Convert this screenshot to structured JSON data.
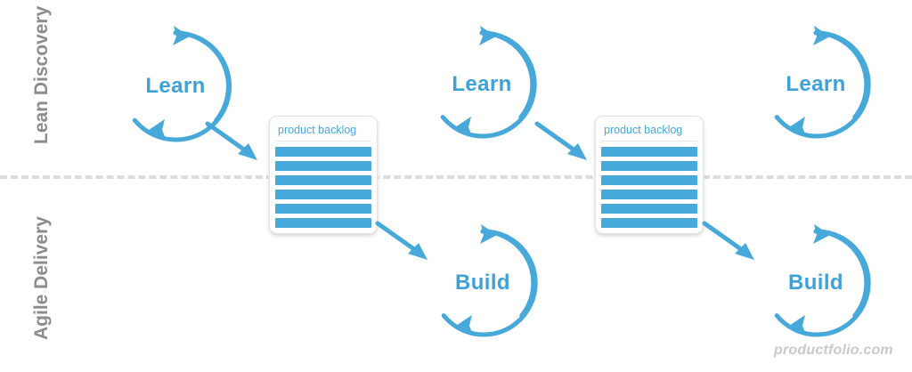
{
  "diagram": {
    "title": "Lean Discovery and Agile Delivery cycle diagram",
    "accent_color": "#47A8DA",
    "label_color": "#8c8c8c",
    "divider_color": "#dcdcdc",
    "background_color": "#ffffff"
  },
  "bands": [
    {
      "id": "lean-discovery",
      "line1": "Lean",
      "line2": "Discovery"
    },
    {
      "id": "agile-delivery",
      "line1": "Agile",
      "line2": "Delivery"
    }
  ],
  "cycles": [
    {
      "id": "learn-1",
      "label": "Learn",
      "band": "lean-discovery"
    },
    {
      "id": "learn-2",
      "label": "Learn",
      "band": "lean-discovery"
    },
    {
      "id": "learn-3",
      "label": "Learn",
      "band": "lean-discovery"
    },
    {
      "id": "build-1",
      "label": "Build",
      "band": "agile-delivery"
    },
    {
      "id": "build-2",
      "label": "Build",
      "band": "agile-delivery"
    }
  ],
  "backlogs": [
    {
      "id": "backlog-1",
      "title": "product backlog",
      "rows": [
        "",
        "",
        "",
        "",
        "",
        ""
      ],
      "row_count": 6
    },
    {
      "id": "backlog-2",
      "title": "product backlog",
      "rows": [
        "",
        "",
        "",
        "",
        "",
        ""
      ],
      "row_count": 6
    }
  ],
  "arrows": [
    {
      "id": "learn1-to-backlog1",
      "from": "learn-1",
      "to": "backlog-1",
      "direction": "down-right"
    },
    {
      "id": "backlog1-to-build1",
      "from": "backlog-1",
      "to": "build-1",
      "direction": "down-right"
    },
    {
      "id": "learn2-to-backlog2",
      "from": "learn-2",
      "to": "backlog-2",
      "direction": "down-right"
    },
    {
      "id": "backlog2-to-build2",
      "from": "backlog-2",
      "to": "build-2",
      "direction": "down-right"
    }
  ],
  "watermark": {
    "text": "productfolio.com"
  }
}
